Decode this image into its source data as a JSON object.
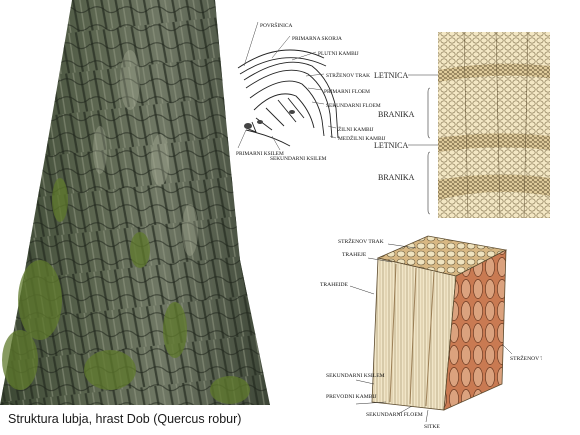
{
  "caption": "Struktura lubja, hrast Dob (Quercus robur)",
  "colors": {
    "bark_dark": "#2f3a2a",
    "bark_light": "#8a9078",
    "moss": "#5f7a2c",
    "wood_light": "#efe3bf",
    "wood_tan": "#d9b98a",
    "wood_rust": "#c46e4a",
    "cell_ink": "#6b5a3a"
  },
  "stem_diagram": {
    "labels": {
      "povrsinica": "POVRŠINICA",
      "primarna_skorja": "PRIMARNA SKORJA",
      "plutni_kambij": "PLUTNI KAMBIJ",
      "strzenov_trak": "STRŽENOV TRAK",
      "primarni_floem": "PRIMARNI FLOEM",
      "sekundarni_floem": "SEKUNDARNI FLOEM",
      "zilni_kambij": "ŽILNI KAMBIJ",
      "medzilni_kambij": "MEDŽILNI KAMBIJ",
      "primarni_ksilem": "PRIMARNI KSILEM",
      "sekundarni_ksilem": "SEKUNDARNI KSILEM"
    }
  },
  "rings_diagram": {
    "labels": {
      "letnica_top": "LETNICA",
      "branika_top": "BRANIKA",
      "letnica_mid": "LETNICA",
      "branika_bottom": "BRANIKA"
    }
  },
  "block_diagram": {
    "labels": {
      "strzenov_trak_top": "STRŽENOV TRAK",
      "traheje": "TRAHEJE",
      "traheide": "TRAHEIDE",
      "strzenov_trak_right": "STRŽENOV TRAK",
      "sekundarni_ksilem": "SEKUNDARNI KSILEM",
      "prevodni_kambij": "PREVODNI KAMBIJ",
      "sekundarni_floem": "SEKUNDARNI FLOEM",
      "sitke": "SITKE"
    }
  }
}
